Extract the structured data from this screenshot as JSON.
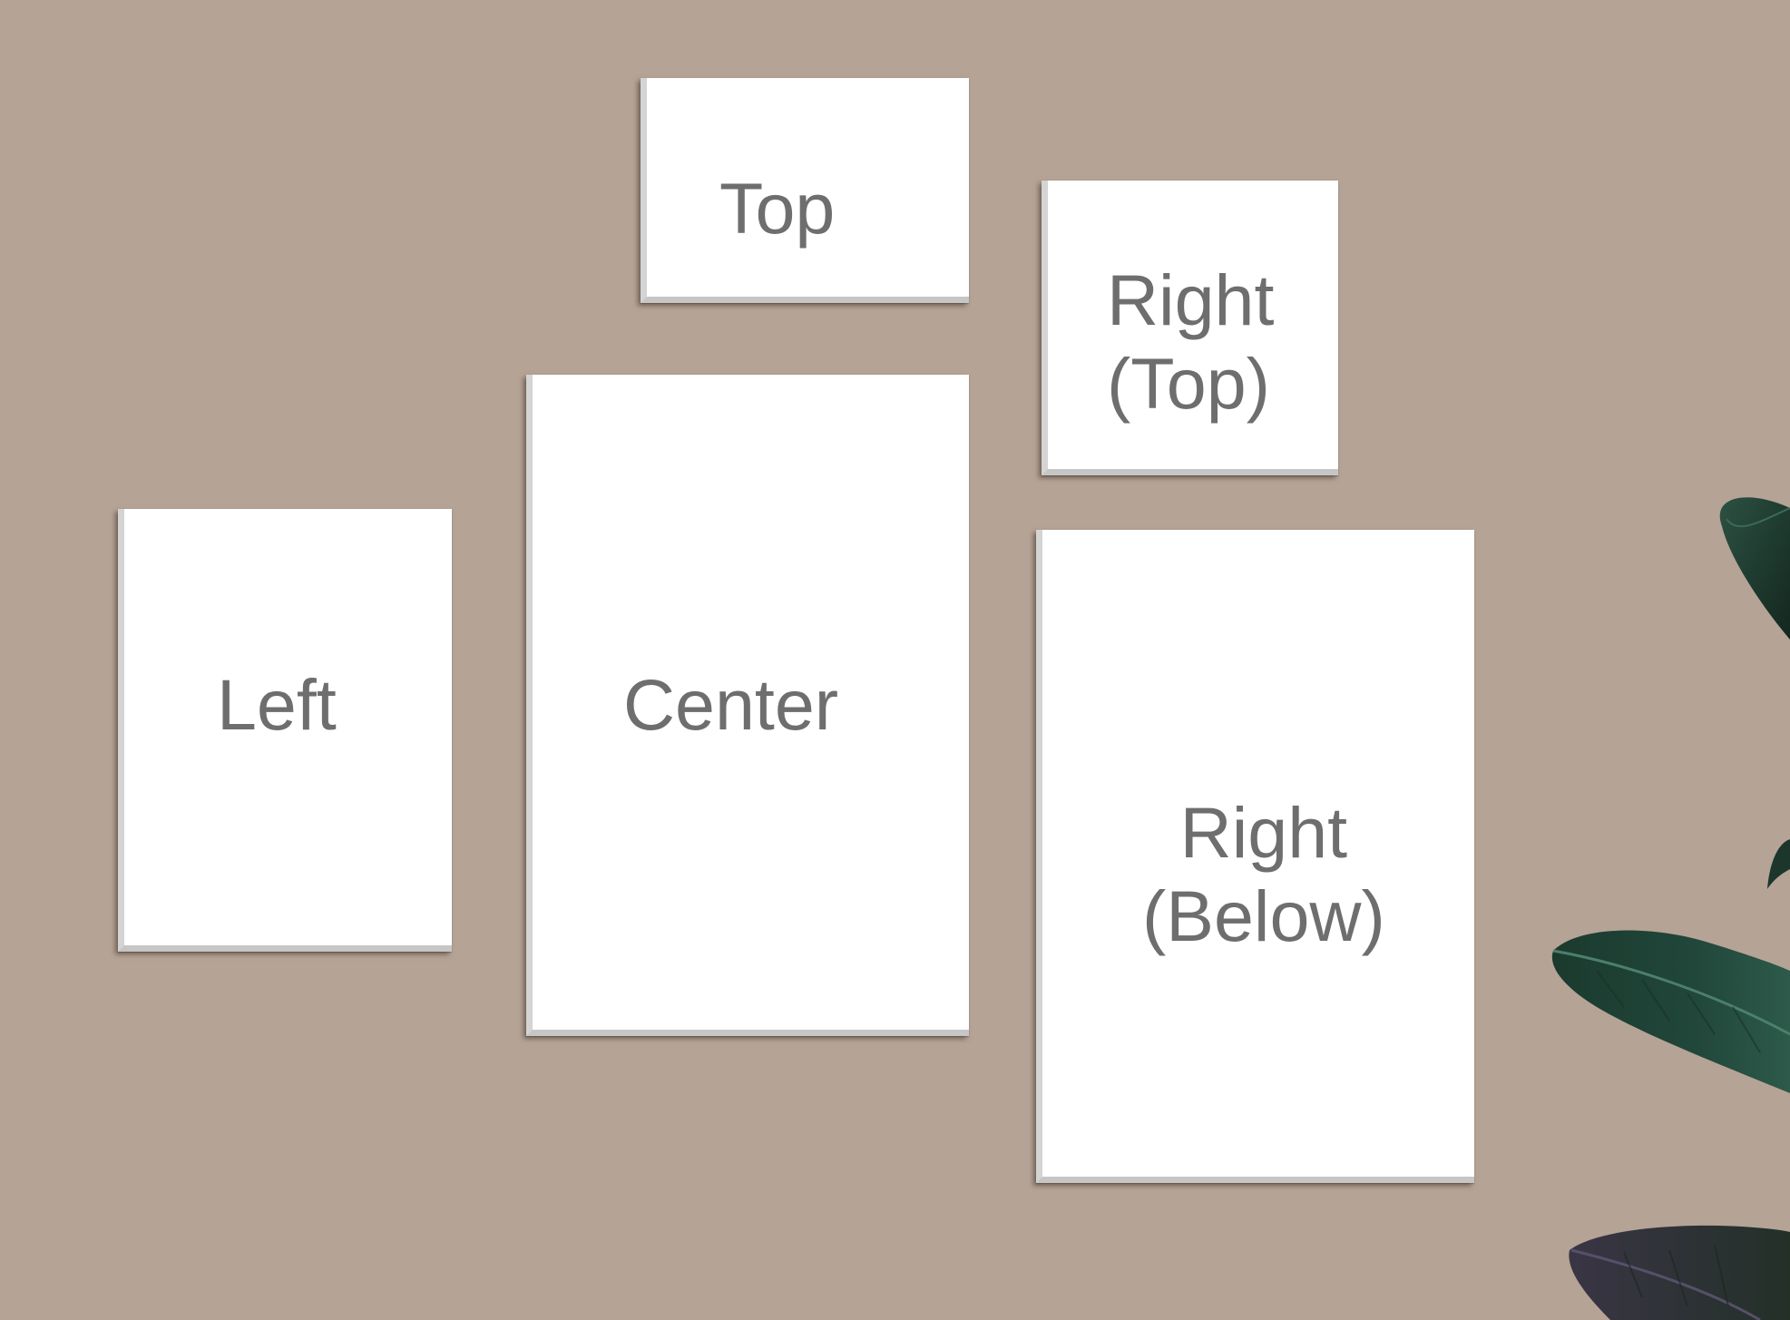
{
  "scene": {
    "wall_color": "#b5a396",
    "canvas_color": "#ffffff",
    "label_color": "#6e6e6e",
    "leaf_color": "#1f3a30"
  },
  "canvases": {
    "top": {
      "label": "Top"
    },
    "right_top": {
      "label": "Right\n(Top)"
    },
    "center": {
      "label": "Center"
    },
    "left": {
      "label": "Left"
    },
    "right_below": {
      "label": "Right\n(Below)"
    }
  },
  "decor": {
    "plant_icon": "leaf-icon"
  }
}
